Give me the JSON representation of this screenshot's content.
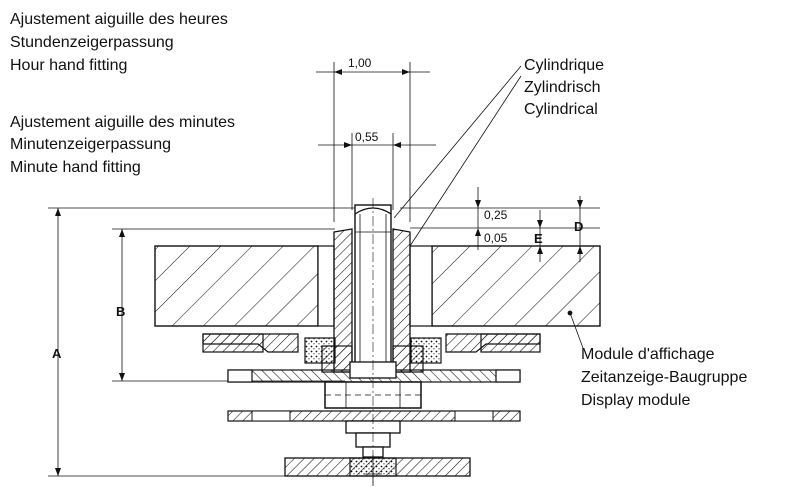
{
  "labels": {
    "hour_hand": [
      "Ajustement aiguille des heures",
      "Stundenzeigerpassung",
      "Hour hand fitting"
    ],
    "minute_hand": [
      "Ajustement aiguille des minutes",
      "Minutenzeigerpassung",
      "Minute hand fitting"
    ],
    "cylindrical": [
      "Cylindrique",
      "Zylindrisch",
      "Cylindrical"
    ],
    "display_module": [
      "Module d'affichage",
      "Zeitanzeige-Baugruppe",
      "Display module"
    ]
  },
  "dimensions": {
    "hour_width": "1,00",
    "minute_width": "0,55",
    "top_offset": "0,25",
    "lower_offset": "0,05",
    "letter_a": "A",
    "letter_b": "B",
    "letter_d": "D",
    "letter_e": "E"
  }
}
